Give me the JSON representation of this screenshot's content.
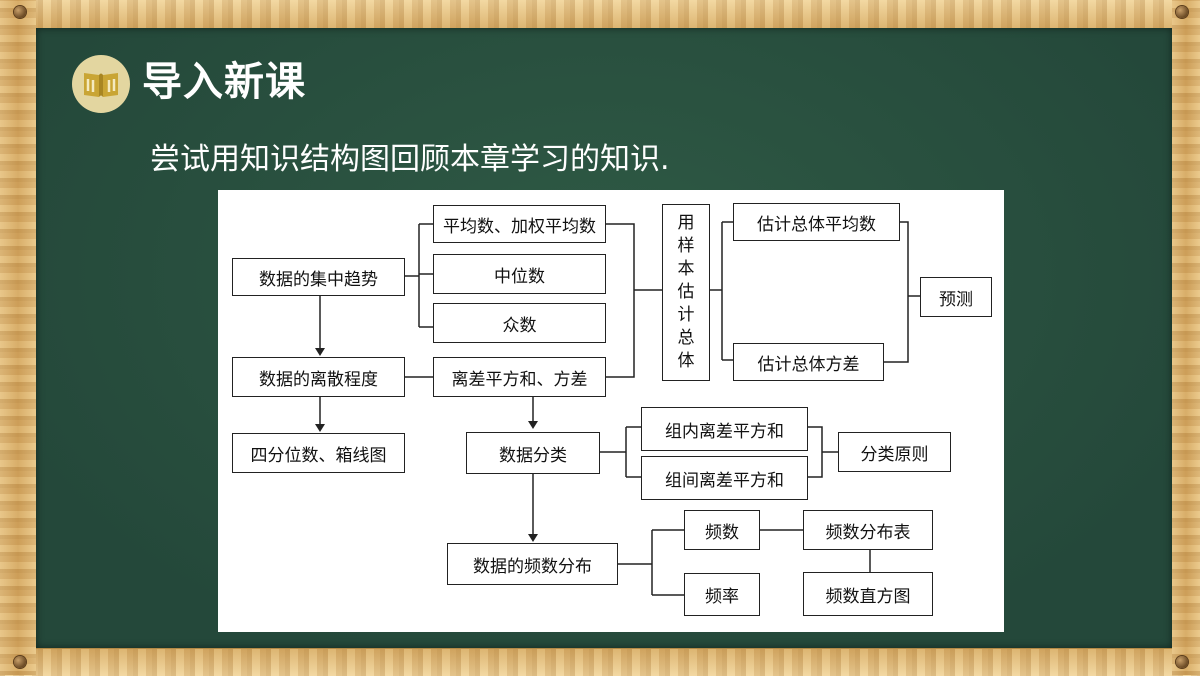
{
  "header": {
    "title": "导入新课",
    "subtitle": "尝试用知识结构图回顾本章学习的知识."
  },
  "diagram": {
    "nodes": {
      "central_tendency": "数据的集中趋势",
      "dispersion": "数据的离散程度",
      "quartile": "四分位数、箱线图",
      "mean": "平均数、加权平均数",
      "median": "中位数",
      "mode": "众数",
      "variance": "离差平方和、方差",
      "classify": "数据分类",
      "freq_dist": "数据的频数分布",
      "sample_estimate": [
        "用",
        "样",
        "本",
        "估",
        "计",
        "总",
        "体"
      ],
      "estimate_mean": "估计总体平均数",
      "estimate_variance": "估计总体方差",
      "predict": "预测",
      "within_ss": "组内离差平方和",
      "between_ss": "组间离差平方和",
      "classify_rule": "分类原则",
      "frequency": "频数",
      "rate": "频率",
      "freq_table": "频数分布表",
      "histogram": "频数直方图"
    }
  },
  "colors": {
    "board": "#24483a",
    "frame": "#dcb26a",
    "text": "#ffffff",
    "icon_bg": "#e3d6a0",
    "icon_fg": "#c9a534"
  }
}
